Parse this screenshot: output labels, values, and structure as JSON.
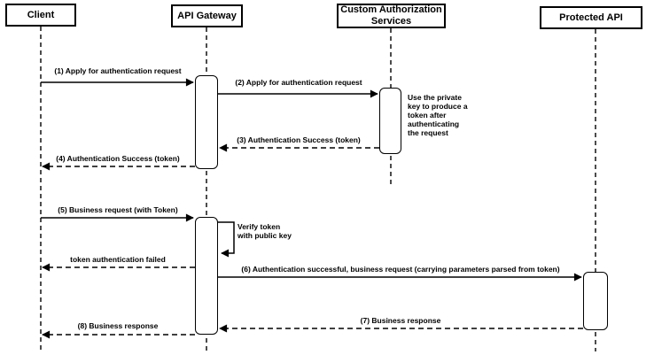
{
  "actors": {
    "client": "Client",
    "api_gateway": "API Gateway",
    "custom_auth": "Custom Authorization Services",
    "protected_api": "Protected API"
  },
  "messages": {
    "m1": "(1) Apply for authentication request",
    "m2": "(2) Apply for authentication request",
    "m3": "(3) Authentication Success (token)",
    "m4": "(4) Authentication Success (token)",
    "m5": "(5) Business request (with Token)",
    "self_note": "Verify token\nwith public key",
    "failed": "token authentication failed",
    "m6": "(6) Authentication successful, business request (carrying parameters parsed from token)",
    "m7": "(7) Business response",
    "m8": "(8) Business response"
  },
  "note": "Use the private\nkey to produce a\ntoken after\nauthenticating\nthe request",
  "colors": {
    "stroke": "#000000",
    "fill": "#ffffff",
    "text": "#000000"
  }
}
